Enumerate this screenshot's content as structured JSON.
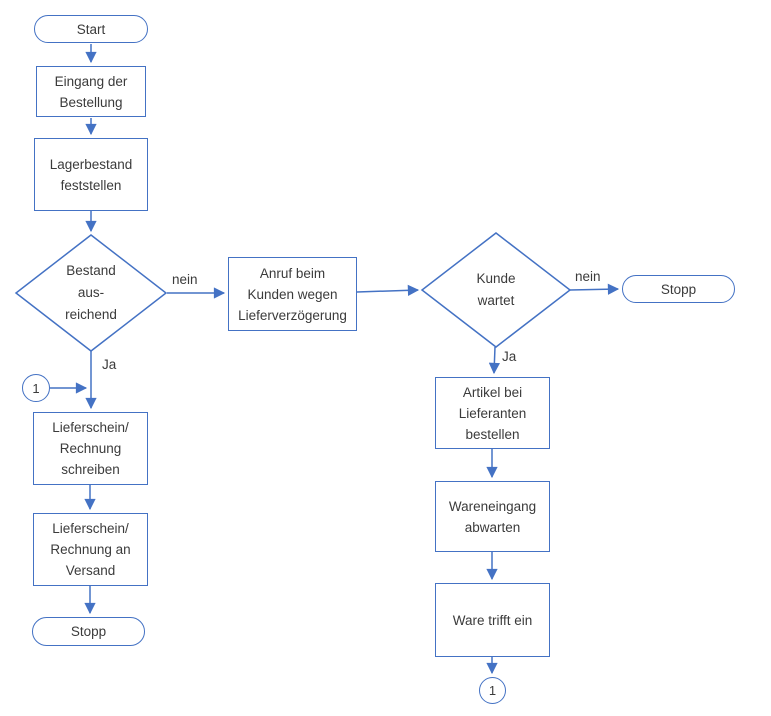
{
  "diagram": {
    "type": "flowchart",
    "language": "de",
    "accent_color": "#4472C4",
    "text_color": "#3b3b3b",
    "background_color": "#ffffff",
    "nodes": {
      "start": {
        "label": "Start",
        "shape": "terminator"
      },
      "order_received": {
        "label": "Eingang der\nBestellung",
        "shape": "process"
      },
      "check_stock": {
        "label": "Lagerbestand\nfeststellen",
        "shape": "process"
      },
      "stock_sufficient": {
        "label": "Bestand\naus-\nreichend",
        "shape": "decision"
      },
      "call_customer": {
        "label": "Anruf beim\nKunden wegen\nLieferverzögerung",
        "shape": "process"
      },
      "customer_waits": {
        "label": "Kunde\nwartet",
        "shape": "decision"
      },
      "stop_right": {
        "label": "Stopp",
        "shape": "terminator"
      },
      "order_from_supplier": {
        "label": "Artikel bei\nLieferanten\nbestellen",
        "shape": "process"
      },
      "await_goods": {
        "label": "Wareneingang\nabwarten",
        "shape": "process"
      },
      "goods_arrive": {
        "label": "Ware trifft ein",
        "shape": "process"
      },
      "connector_bottom_right": {
        "label": "1",
        "shape": "connector"
      },
      "connector_left": {
        "label": "1",
        "shape": "connector"
      },
      "write_delivery_invoice": {
        "label": "Lieferschein/\nRechnung\nschreiben",
        "shape": "process"
      },
      "invoice_to_shipping": {
        "label": "Lieferschein/\nRechnung an\nVersand",
        "shape": "process"
      },
      "stop_left": {
        "label": "Stopp",
        "shape": "terminator"
      }
    },
    "edge_labels": {
      "stock_no": "nein",
      "stock_yes": "Ja",
      "wait_no": "nein",
      "wait_yes": "Ja"
    }
  }
}
